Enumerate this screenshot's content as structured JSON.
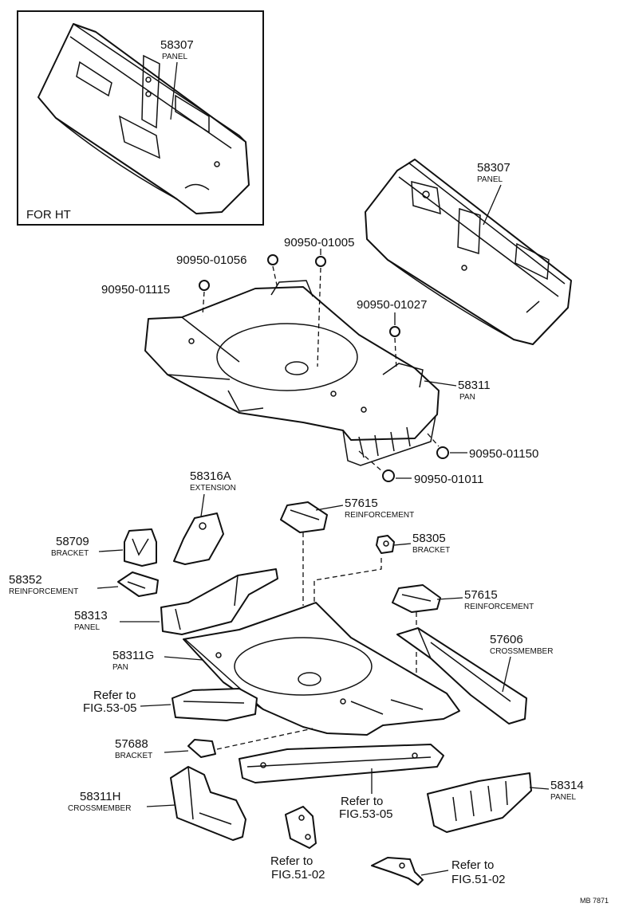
{
  "inset_label": "FOR HT",
  "diagram_code": "MB 7871",
  "parts": {
    "panel_ht": {
      "number": "58307",
      "name": "PANEL"
    },
    "panel_main": {
      "number": "58307",
      "name": "PANEL"
    },
    "pan_58311": {
      "number": "58311",
      "name": "PAN"
    },
    "extension_58316a": {
      "number": "58316A",
      "name": "EXTENSION"
    },
    "reinf_57615_upper": {
      "number": "57615",
      "name": "REINFORCEMENT"
    },
    "bracket_58709": {
      "number": "58709",
      "name": "BRACKET"
    },
    "bracket_58305": {
      "number": "58305",
      "name": "BRACKET"
    },
    "reinf_58352": {
      "number": "58352",
      "name": "REINFORCEMENT"
    },
    "reinf_57615_lower": {
      "number": "57615",
      "name": "REINFORCEMENT"
    },
    "panel_58313": {
      "number": "58313",
      "name": "PANEL"
    },
    "crossmember_57606": {
      "number": "57606",
      "name": "CROSSMEMBER"
    },
    "pan_58311g": {
      "number": "58311G",
      "name": "PAN"
    },
    "bracket_57688": {
      "number": "57688",
      "name": "BRACKET"
    },
    "crossmember_58311h": {
      "number": "58311H",
      "name": "CROSSMEMBER"
    },
    "panel_58314": {
      "number": "58314",
      "name": "PANEL"
    }
  },
  "plugs": {
    "p01005": "90950-01005",
    "p01056": "90950-01056",
    "p01115": "90950-01115",
    "p01027": "90950-01027",
    "p01150": "90950-01150",
    "p01011": "90950-01011"
  },
  "refs": {
    "ref_left": {
      "line1": "Refer to",
      "line2": "FIG.53-05"
    },
    "ref_center": {
      "line1": "Refer to",
      "line2": "FIG.53-05"
    },
    "ref_bottom_center": {
      "line1": "Refer to",
      "line2": "FIG.51-02"
    },
    "ref_bottom_right": {
      "line1": "Refer to",
      "line2": "FIG.51-02"
    }
  }
}
